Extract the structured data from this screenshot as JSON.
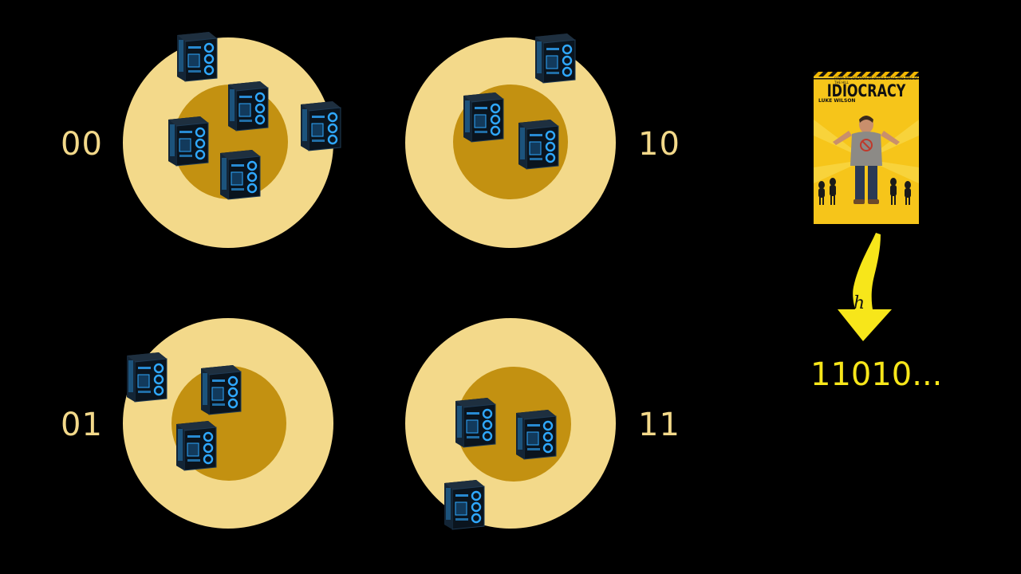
{
  "colors": {
    "background": "#000000",
    "outer_ring": "#F3D98A",
    "inner_ring": "#C39111",
    "label_text": "#F3D98A",
    "hash_yellow": "#F7E61A",
    "poster_yellow": "#F6C51A",
    "server_glow": "#2FA8FF"
  },
  "buckets": [
    {
      "id": "00",
      "label": "00",
      "servers": 5
    },
    {
      "id": "10",
      "label": "10",
      "servers": 3
    },
    {
      "id": "01",
      "label": "01",
      "servers": 3
    },
    {
      "id": "11",
      "label": "11",
      "servers": 3
    }
  ],
  "item": {
    "poster_title": "IDIOCRACY",
    "poster_actor": "LUKE WILSON",
    "poster_tagline": "FROM THE CREATOR OF OFFICE SPACE AND KING OF THE HILL",
    "hash_function": "h",
    "hash_output": "11010..."
  },
  "icons": {
    "server": "server-tower-icon",
    "arrow": "down-arrow-icon"
  }
}
